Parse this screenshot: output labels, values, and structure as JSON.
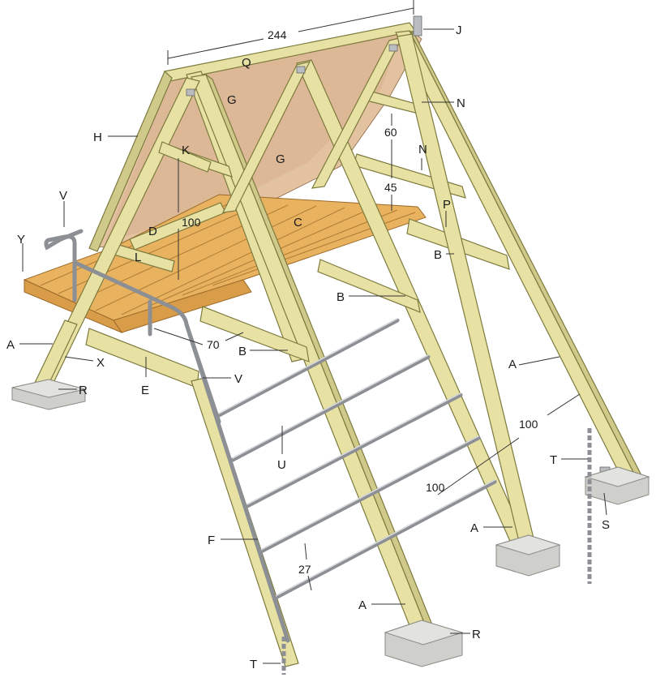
{
  "labels": {
    "A": "A",
    "B": "B",
    "C": "C",
    "D": "D",
    "E": "E",
    "F": "F",
    "G": "G",
    "H": "H",
    "J": "J",
    "K": "K",
    "L": "L",
    "N": "N",
    "P": "P",
    "Q": "Q",
    "R": "R",
    "S": "S",
    "T": "T",
    "U": "U",
    "V": "V",
    "X": "X",
    "Y": "Y"
  },
  "dimensions": {
    "width_244": "244",
    "gap_60": "60",
    "gap_45": "45",
    "deck_100": "100",
    "height_70": "70",
    "upper_100": "100",
    "lower_100": "100",
    "rung_27": "27"
  },
  "colors": {
    "timber": "#e7e2a4",
    "deck": "#e9b25f",
    "panel": "#e3c2a0",
    "pipe": "#8c8f94",
    "concrete": "#cfcfcc"
  }
}
